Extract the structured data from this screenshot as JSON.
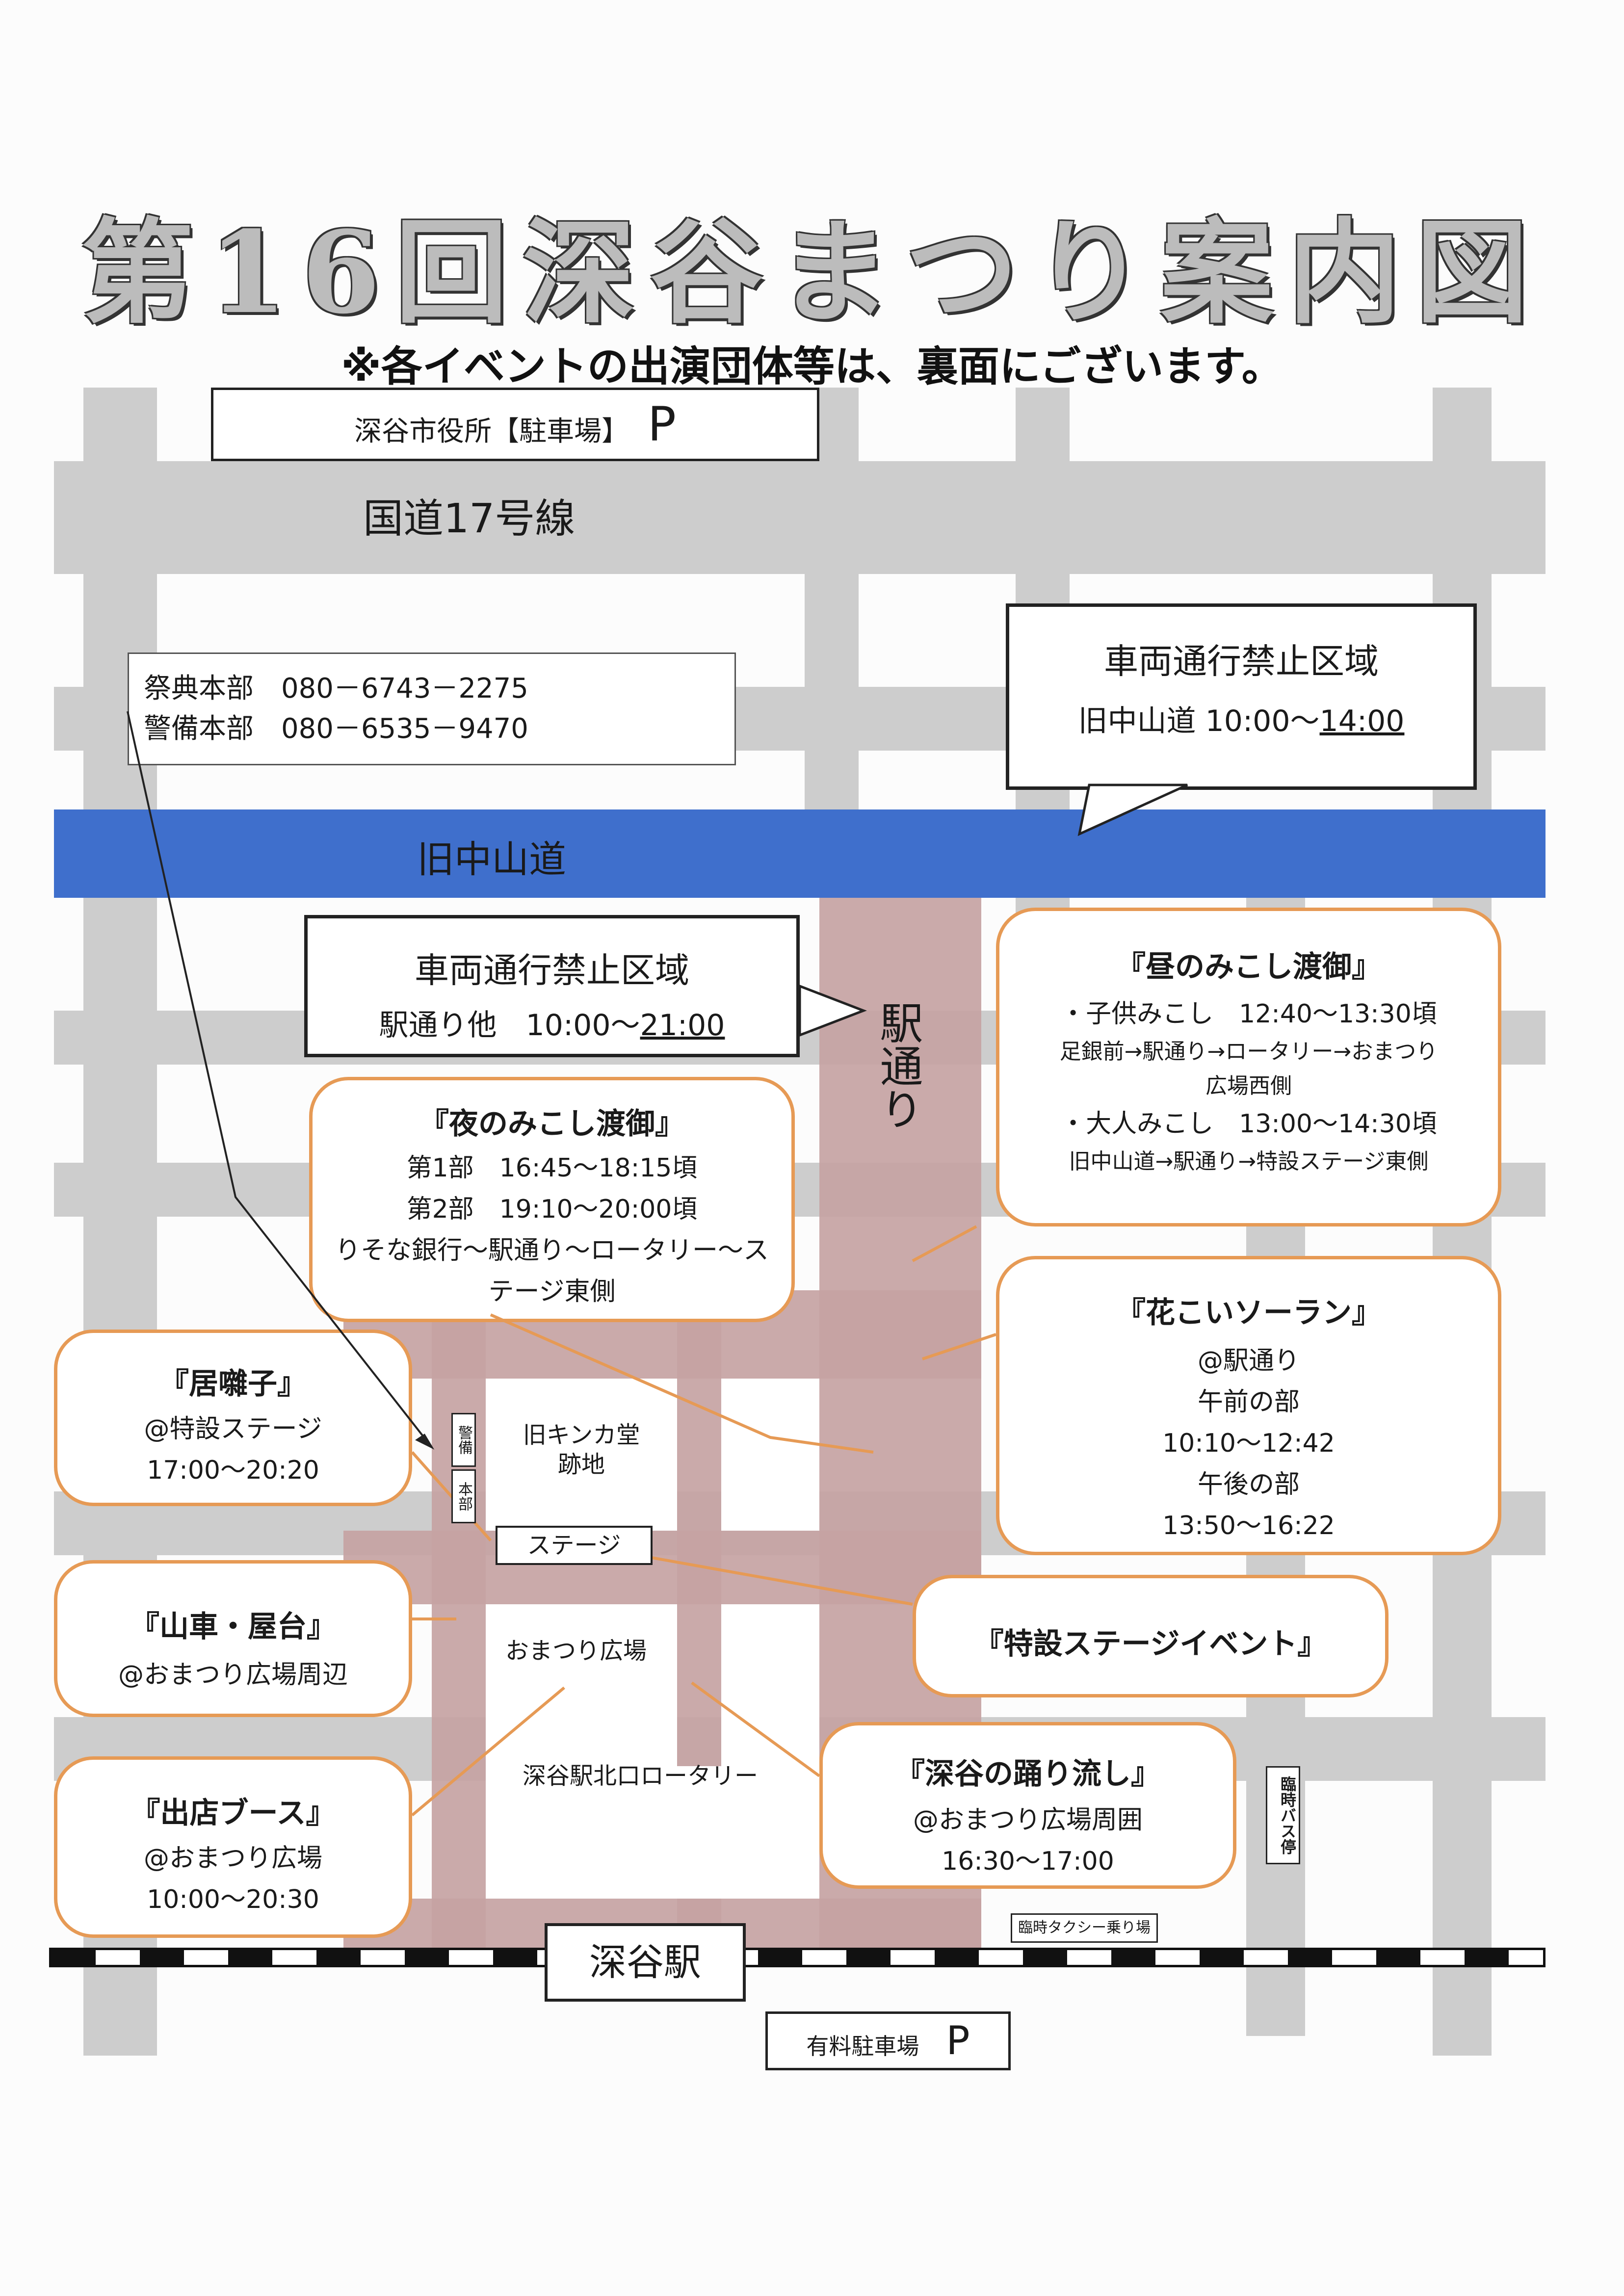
{
  "title": "第16回深谷まつり案内図",
  "subtitle": "※各イベントの出演団体等は、裏面にございます。",
  "parking_top": {
    "label": "深谷市役所【駐車場】",
    "icon": "P"
  },
  "route17": "国道17号線",
  "contacts": {
    "line1": "祭典本部　080－6743－2275",
    "line2": "警備本部　080－6535－9470"
  },
  "nakasendo": "旧中山道",
  "eki_dori": "駅通り",
  "restriction1": {
    "title": "車両通行禁止区域",
    "road": "旧中山道",
    "time_start": "10:00～",
    "time_end": "14:00"
  },
  "restriction2": {
    "title": "車両通行禁止区域",
    "road": "駅通り他",
    "time_start": "10:00～",
    "time_end": "21:00"
  },
  "night_mikoshi": {
    "title": "『夜のみこし渡御』",
    "part1": "第1部　16:45～18:15頃",
    "part2": "第2部　19:10～20:00頃",
    "route1": "りそな銀行～駅通り～ロータリー～ス",
    "route2": "テージ東側"
  },
  "day_mikoshi": {
    "title": "『昼のみこし渡御』",
    "kids": "・子供みこし　12:40～13:30頃",
    "kids_route1": "足銀前→駅通り→ロータリー→おまつり",
    "kids_route2": "広場西側",
    "adults": "・大人みこし　13:00～14:30頃",
    "adults_route": "旧中山道→駅通り→特設ステージ東側"
  },
  "hanakoi": {
    "title": "『花こいソーラン』",
    "place": "@駅通り",
    "am_label": "午前の部",
    "am_time": "10:10～12:42",
    "pm_label": "午後の部",
    "pm_time": "13:50～16:22"
  },
  "ibayashi": {
    "title": "『居囃子』",
    "place": "@特設ステージ",
    "time": "17:00～20:20"
  },
  "dashi": {
    "title": "『山車・屋台』",
    "place": "@おまつり広場周辺"
  },
  "booth": {
    "title": "『出店ブース』",
    "place": "@おまつり広場",
    "time": "10:00～20:30"
  },
  "stage_event": {
    "title": "『特設ステージイベント』"
  },
  "odori": {
    "title": "『深谷の踊り流し』",
    "place": "@おまつり広場周囲",
    "time": "16:30～17:00"
  },
  "kinkado": {
    "line1": "旧キンカ堂",
    "line2": "跡地"
  },
  "keibi": "警備",
  "honbu": "本部",
  "stage": "ステージ",
  "omatsuri_hiroba": "おまつり広場",
  "rotary": "深谷駅北口ロータリー",
  "bus_stop": "臨時バス停",
  "taxi": "臨時タクシー乗り場",
  "station": "深谷駅",
  "parking_bottom": {
    "label": "有料駐車場",
    "icon": "P"
  }
}
